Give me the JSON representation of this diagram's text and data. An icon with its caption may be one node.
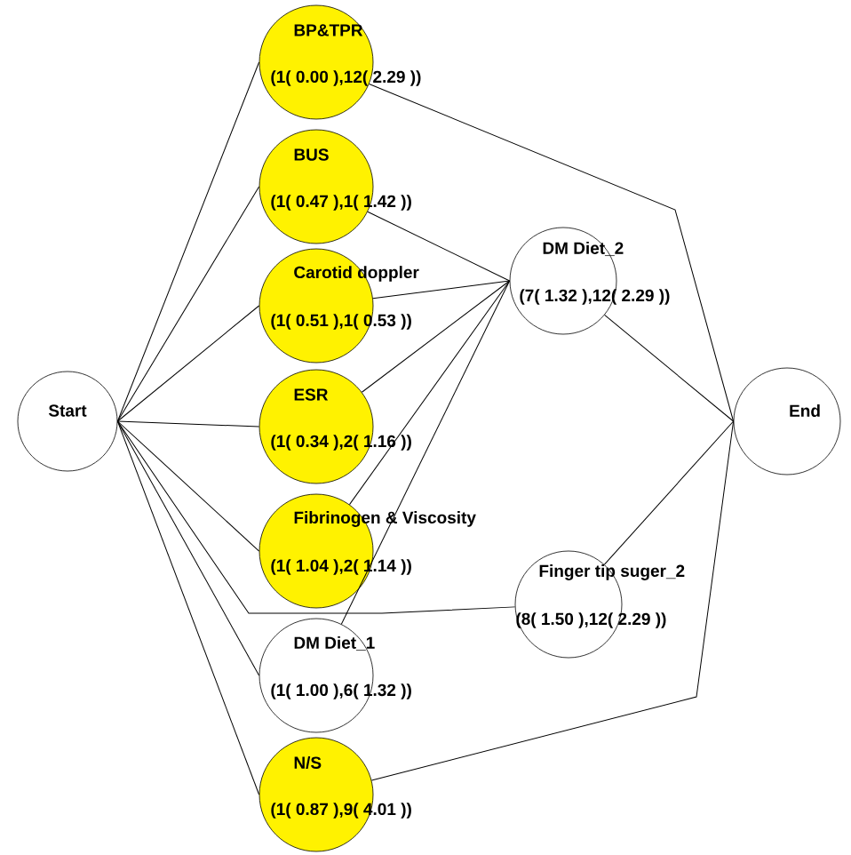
{
  "diagram": {
    "nodes": [
      {
        "text": [
          "Start"
        ]
      },
      {
        "text": [
          "BP&TPR",
          "(1( 0.00 ),12( 2.29 ))"
        ]
      },
      {
        "text": [
          "BUS",
          "(1( 0.47 ),1( 1.42 ))"
        ]
      },
      {
        "text": [
          "Carotid doppler",
          "(1( 0.51 ),1( 0.53 ))"
        ]
      },
      {
        "text": [
          "ESR",
          "(1( 0.34 ),2( 1.16 ))"
        ]
      },
      {
        "text": [
          "Fibrinogen & Viscosity",
          "(1( 1.04 ),2( 1.14 ))"
        ]
      },
      {
        "text": [
          "DM Diet_1",
          "(1( 1.00 ),6( 1.32 ))"
        ]
      },
      {
        "text": [
          "N/S",
          "(1( 0.87 ),9( 4.01 ))"
        ]
      },
      {
        "text": [
          "DM Diet_2",
          "(7( 1.32 ),12( 2.29 ))"
        ]
      },
      {
        "text": [
          "Finger tip suger_2",
          "(8( 1.50 ),12( 2.29 ))"
        ]
      },
      {
        "text": [
          "End"
        ]
      }
    ],
    "edges": [
      {
        "from": 0,
        "to": 1,
        "arrow": "none"
      },
      {
        "from": 0,
        "to": 2,
        "arrow": "none"
      },
      {
        "from": 0,
        "to": 3,
        "arrow": "none"
      },
      {
        "from": 0,
        "to": 4,
        "arrow": "none"
      },
      {
        "from": 0,
        "to": 5,
        "arrow": "none"
      },
      {
        "from": 0,
        "to": 6,
        "arrow": "none"
      },
      {
        "from": 0,
        "to": 7,
        "arrow": "none"
      },
      {
        "from": 0,
        "to": 9,
        "arrow": "none"
      },
      {
        "from": 1,
        "to": 10,
        "arrow": "none"
      },
      {
        "from": 2,
        "to": 8,
        "arrow": "none"
      },
      {
        "from": 3,
        "to": 8,
        "arrow": "none"
      },
      {
        "from": 4,
        "to": 8,
        "arrow": "none"
      },
      {
        "from": 5,
        "to": 8,
        "arrow": "none"
      },
      {
        "from": 6,
        "to": 8,
        "arrow": "none"
      },
      {
        "from": 7,
        "to": 10,
        "arrow": "none"
      },
      {
        "from": 8,
        "to": 10,
        "arrow": "none"
      },
      {
        "from": 9,
        "to": 10,
        "arrow": "none"
      }
    ]
  }
}
